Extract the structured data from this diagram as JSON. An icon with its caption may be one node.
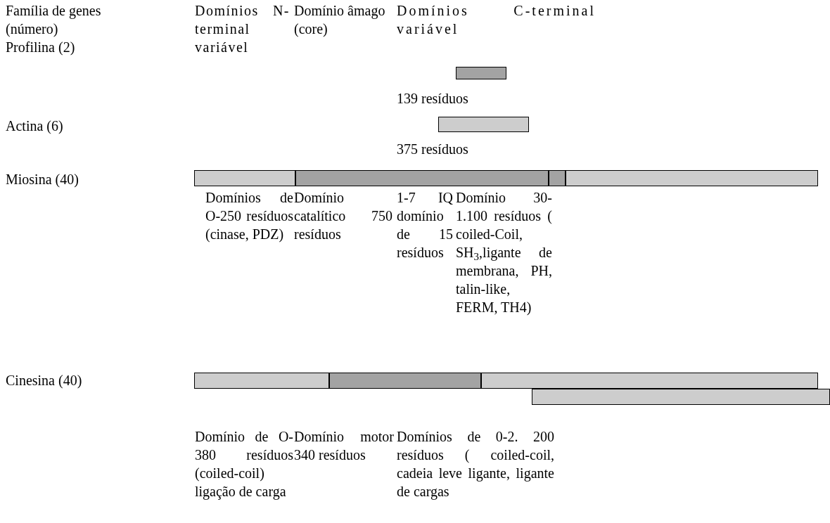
{
  "diagram": {
    "nodes": [
      {
        "text": [],
        "shape": "bar"
      },
      {
        "text": [],
        "shape": "bar"
      },
      {
        "text": [],
        "shape": "bar"
      },
      {
        "text": [],
        "shape": "bar"
      },
      {
        "text": [],
        "shape": "bar"
      },
      {
        "text": [],
        "shape": "bar"
      },
      {
        "text": [],
        "shape": "bar"
      },
      {
        "text": [],
        "shape": "bar"
      },
      {
        "text": [],
        "shape": "bar"
      },
      {
        "text": [],
        "shape": "bar"
      }
    ],
    "labels": [
      "Família de genes (número)",
      "Domínios N-terminal variável",
      "Domínio âmago (core)",
      "Domínios C-terminal variável",
      "Profilina (2)",
      "139 resíduos",
      "Actina (6)",
      "375 resíduos",
      "Miosina (40)",
      "Domínios de O-250 resíduos (cinase, PDZ)",
      "Domínio catalítico 750 resíduos",
      "1-7 IQ domínio de 15 resíduos",
      "Domínio 30-1.100 resíduos ( coiled-Coil, SH$_{3}$,ligante de membrana, PH, talin-like, FERM, TH4)",
      "Cinesina (40)",
      "Domínio de O-380 resíduos (coiled-coil) ligação de carga",
      "Domínio motor 340 resíduos",
      "Domínios de 0-2. 200 resíduos ( coiled-coil, cadeia leve ligante, ligante de cargas"
    ]
  }
}
